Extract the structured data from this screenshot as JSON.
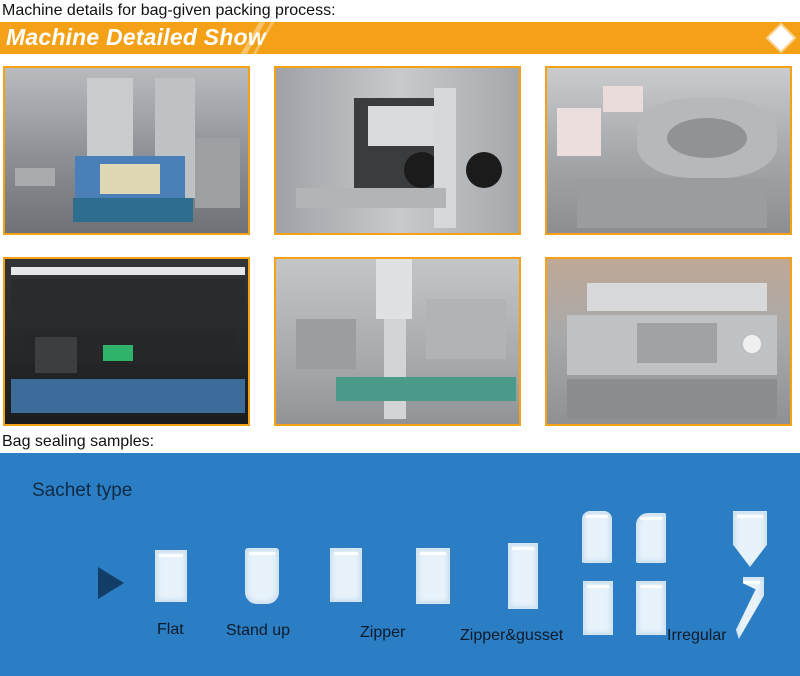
{
  "header": {
    "caption": "Machine details for bag-given packing process:"
  },
  "banner": {
    "title": "Machine Detailed Show",
    "accent": "#f4a118",
    "icon": "diamond-icon"
  },
  "photos": [
    {
      "name": "bag-gripper-photo"
    },
    {
      "name": "date-coder-photo"
    },
    {
      "name": "rotary-table-photo"
    },
    {
      "name": "plc-controller-photo"
    },
    {
      "name": "conveyor-photo"
    },
    {
      "name": "sealing-station-photo"
    }
  ],
  "samples": {
    "caption": "Bag sealing samples:",
    "panel_color": "#2b7ec4",
    "section_title": "Sachet type",
    "arrow_icon": "play-icon",
    "types": [
      {
        "label": "Flat"
      },
      {
        "label": "Stand up"
      },
      {
        "label": "Zipper"
      },
      {
        "label": "Zipper&gusset"
      },
      {
        "label": "Irregular"
      }
    ]
  }
}
